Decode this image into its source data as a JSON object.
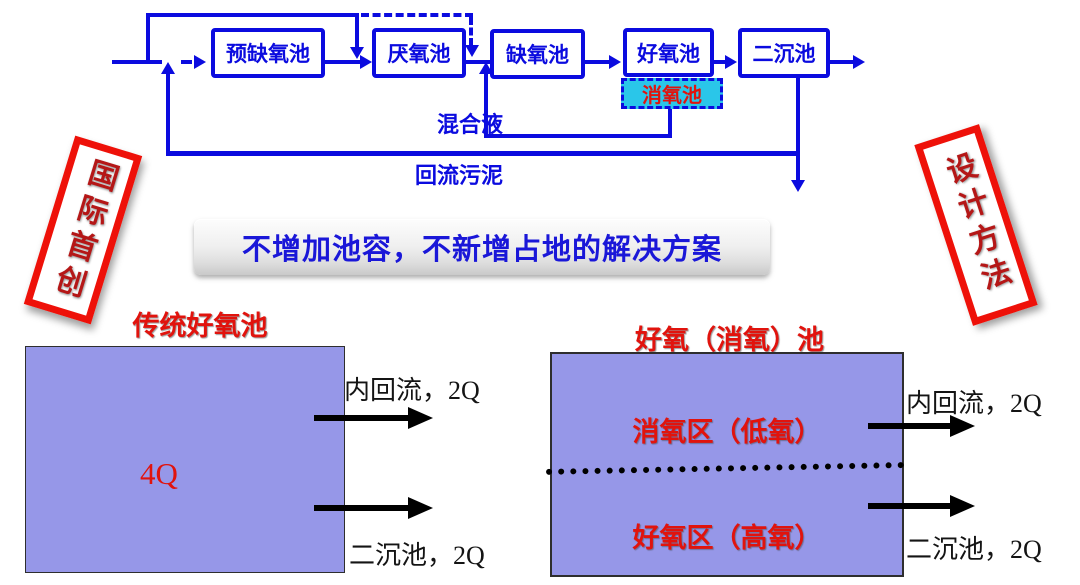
{
  "colors": {
    "blue": "#0b0bdf",
    "red": "#e1130d",
    "purple": "#9697e8",
    "cyan": "#2ac6e9",
    "stamp_red": "#ee1109",
    "stamp_text_red": "#b51717",
    "black": "#000000"
  },
  "flow_diagram": {
    "boxes": [
      "预缺氧池",
      "厌氧池",
      "缺氧池",
      "好氧池",
      "二沉池"
    ],
    "deox_label": "消氧池",
    "mixed_liquor_label": "混合液",
    "return_sludge_label": "回流污泥"
  },
  "stamps": {
    "left_text": "国际首创",
    "right_text": "设计方法"
  },
  "banner": {
    "text": "不增加池容，不新增占地的解决方案"
  },
  "traditional_tank": {
    "title": "传统好氧池",
    "volume_label": "4Q",
    "internal_recycle_label": "内回流，2Q",
    "to_clarifier_label": "二沉池，2Q"
  },
  "new_tank": {
    "title": "好氧（消氧）池",
    "upper_zone_label": "消氧区（低氧）",
    "lower_zone_label": "好氧区（高氧）",
    "internal_recycle_label": "内回流，2Q",
    "to_clarifier_label": "二沉池，2Q"
  }
}
